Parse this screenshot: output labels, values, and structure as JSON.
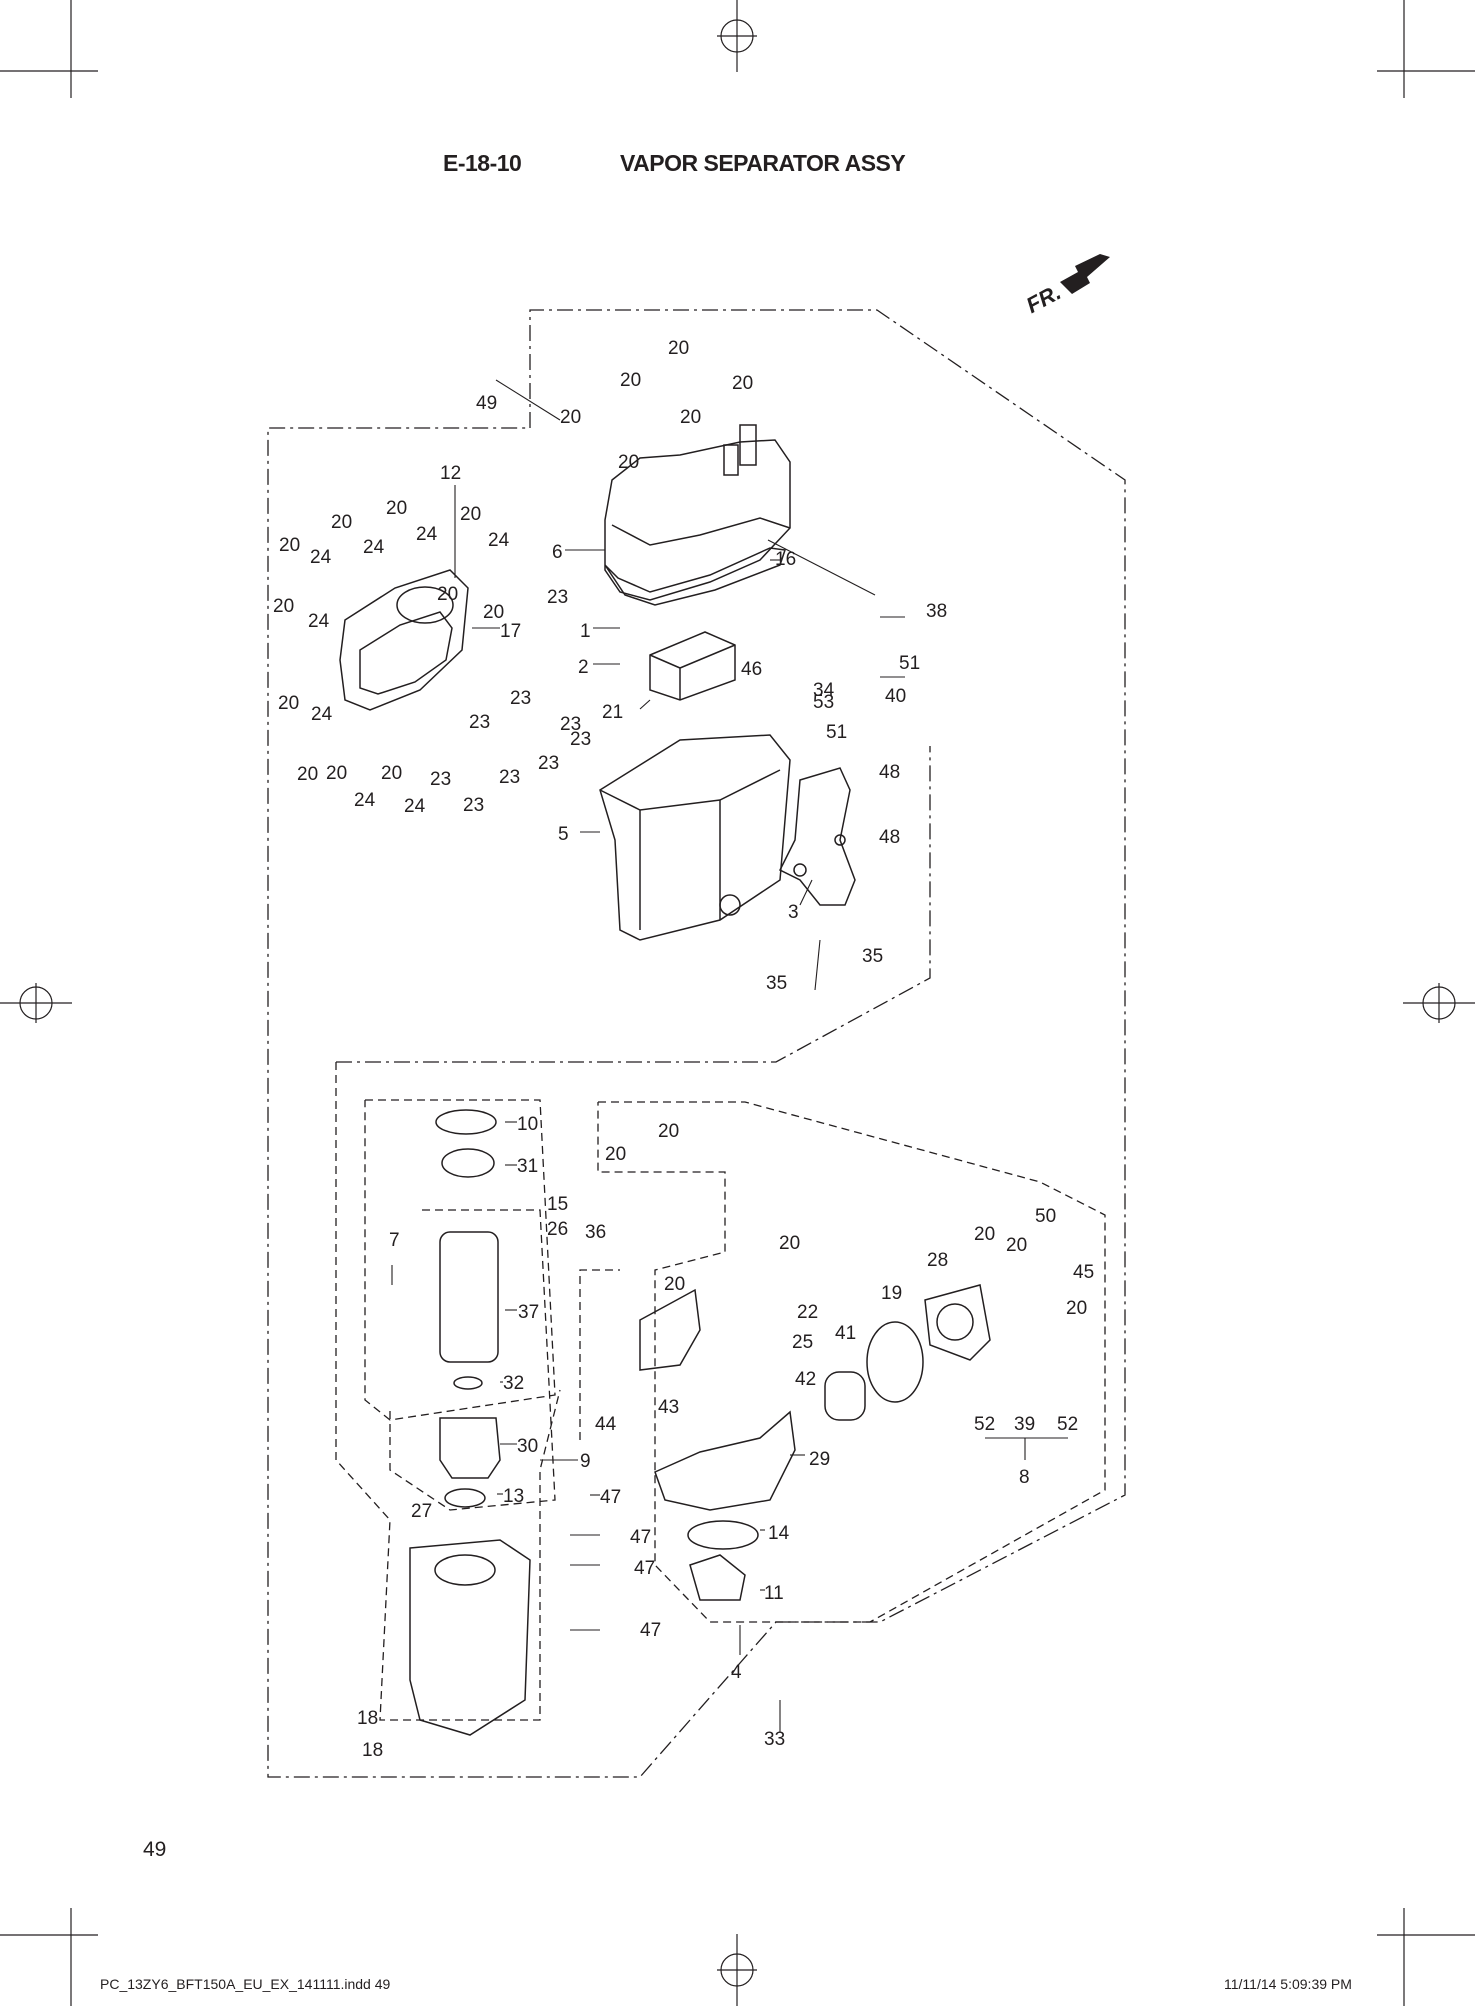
{
  "header": {
    "code": "E-18-10",
    "title": "VAPOR SEPARATOR ASSY"
  },
  "front_indicator": "FR.",
  "page_number": "49",
  "footer": {
    "file": "PC_13ZY6_BFT150A_EU_EX_141111.indd   49",
    "timestamp": "11/11/14   5:09:39 PM"
  },
  "callouts": {
    "c1": "1",
    "c2": "2",
    "c3": "3",
    "c4": "4",
    "c5": "5",
    "c6": "6",
    "c7": "7",
    "c8": "8",
    "c9": "9",
    "c10": "10",
    "c11": "11",
    "c12": "12",
    "c13": "13",
    "c14": "14",
    "c15": "15",
    "c16": "16",
    "c17": "17",
    "c18a": "18",
    "c18b": "18",
    "c19": "19",
    "c21": "21",
    "c22": "22",
    "c25": "25",
    "c26": "26",
    "c27": "27",
    "c28": "28",
    "c29": "29",
    "c30": "30",
    "c31": "31",
    "c32": "32",
    "c33": "33",
    "c34": "34",
    "c35a": "35",
    "c35b": "35",
    "c36": "36",
    "c37": "37",
    "c38": "38",
    "c39": "39",
    "c40": "40",
    "c41": "41",
    "c42": "42",
    "c43": "43",
    "c44": "44",
    "c45": "45",
    "c46": "46",
    "c47a": "47",
    "c47b": "47",
    "c47c": "47",
    "c47d": "47",
    "c48a": "48",
    "c48b": "48",
    "c49": "49",
    "c50": "50",
    "c51a": "51",
    "c51b": "51",
    "c52a": "52",
    "c52b": "52",
    "c53": "53",
    "c20": [
      "20",
      "20",
      "20",
      "20",
      "20",
      "20",
      "20",
      "20",
      "20",
      "20",
      "20",
      "20",
      "20",
      "20",
      "20",
      "20",
      "20",
      "20",
      "20",
      "20",
      "20",
      "20",
      "20",
      "20"
    ],
    "c23": [
      "23",
      "23",
      "23",
      "23",
      "23",
      "23",
      "23",
      "23",
      "23"
    ],
    "c24": [
      "24",
      "24",
      "24",
      "24",
      "24",
      "24",
      "24",
      "24"
    ]
  }
}
